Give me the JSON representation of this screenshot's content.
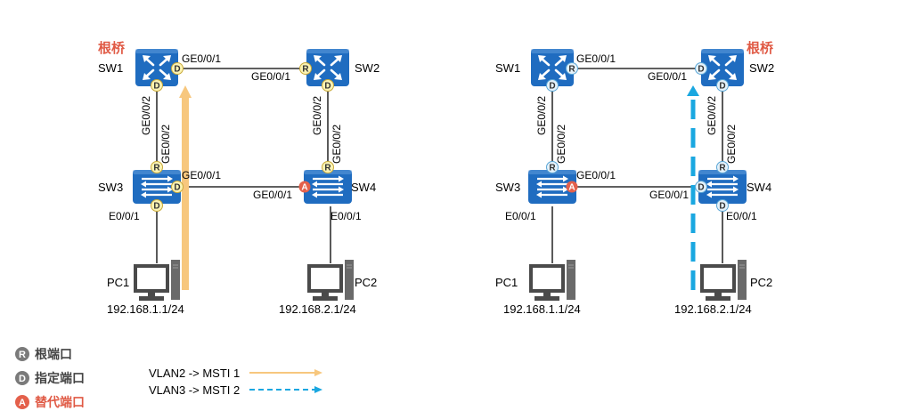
{
  "left": {
    "root_label": "根桥",
    "switches": {
      "sw1": "SW1",
      "sw2": "SW2",
      "sw3": "SW3",
      "sw4": "SW4"
    },
    "ports": {
      "sw1_ge001": "GE0/0/1",
      "sw2_ge001": "GE0/0/1",
      "sw1_ge002": "GE0/0/2",
      "sw3_ge002": "GE0/0/2",
      "sw2_ge002": "GE0/0/2",
      "sw4_ge002": "GE0/0/2",
      "sw3_ge001": "GE0/0/1",
      "sw4_ge001": "GE0/0/1",
      "sw3_e001": "E0/0/1",
      "sw4_e001": "E0/0/1"
    },
    "roles": {
      "sw1_p1": "D",
      "sw1_p2": "D",
      "sw2_p1": "R",
      "sw2_p2": "D",
      "sw3_p2": "R",
      "sw3_p1": "D",
      "sw3_e": "D",
      "sw4_p2": "R",
      "sw4_p1": "A"
    },
    "pcs": {
      "pc1": "PC1",
      "pc2": "PC2"
    },
    "ips": {
      "pc1": "192.168.1.1/24",
      "pc2": "192.168.2.1/24"
    }
  },
  "right": {
    "root_label": "根桥",
    "switches": {
      "sw1": "SW1",
      "sw2": "SW2",
      "sw3": "SW3",
      "sw4": "SW4"
    },
    "ports": {
      "sw1_ge001": "GE0/0/1",
      "sw2_ge001": "GE0/0/1",
      "sw1_ge002": "GE0/0/2",
      "sw3_ge002": "GE0/0/2",
      "sw2_ge002": "GE0/0/2",
      "sw4_ge002": "GE0/0/2",
      "sw3_ge001": "GE0/0/1",
      "sw4_ge001": "GE0/0/1",
      "sw3_e001": "E0/0/1",
      "sw4_e001": "E0/0/1"
    },
    "roles": {
      "sw1_p1": "R",
      "sw1_p2": "D",
      "sw2_p1": "D",
      "sw2_p2": "D",
      "sw3_p2": "R",
      "sw3_p1": "A",
      "sw4_p2": "R",
      "sw4_p1": "D",
      "sw4_e": "D"
    },
    "pcs": {
      "pc1": "PC1",
      "pc2": "PC2"
    },
    "ips": {
      "pc1": "192.168.1.1/24",
      "pc2": "192.168.2.1/24"
    }
  },
  "legend": {
    "r_letter": "R",
    "r_label": "根端口",
    "d_letter": "D",
    "d_label": "指定端口",
    "a_letter": "A",
    "a_label": "替代端口",
    "vlan2": "VLAN2 -> MSTI 1",
    "vlan3": "VLAN3 -> MSTI 2"
  },
  "colors": {
    "switch_blue": "#1f6cc0",
    "root_red": "#e05a45",
    "msti1_arrow": "#f7c77e",
    "msti2_arrow": "#1aa7e0",
    "port_left_fill": "#fbf3b3",
    "port_right_fill": "#e3f1fa",
    "alt_fill": "#e4604b",
    "legend_gray": "#7a7a7a"
  }
}
